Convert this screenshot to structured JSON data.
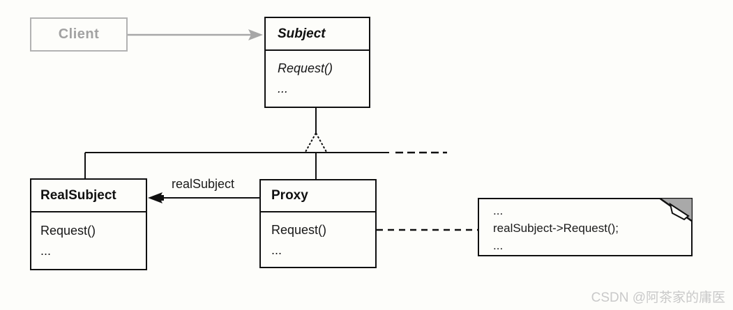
{
  "diagram": {
    "title_hint": "UML class diagram of the Proxy design pattern",
    "client": {
      "name": "Client"
    },
    "subject": {
      "name": "Subject",
      "methods": [
        "Request()",
        "..."
      ]
    },
    "real_subject": {
      "name": "RealSubject",
      "methods": [
        "Request()",
        "..."
      ]
    },
    "proxy": {
      "name": "Proxy",
      "methods": [
        "Request()",
        "..."
      ]
    },
    "association_label": "realSubject",
    "note": {
      "lines": [
        "...",
        "realSubject-&gt;Request();",
        "..."
      ],
      "line_1_plain": "realSubject->Request();"
    }
  },
  "watermark": "CSDN @阿茶家的庸医",
  "colors": {
    "line": "#101010",
    "gray_element": "#a7a7a7",
    "gray_border": "#b2b2b2",
    "note_fold_fill": "#a9a9a9",
    "watermark": "#c9c9c9",
    "background": "#fdfdfa"
  }
}
